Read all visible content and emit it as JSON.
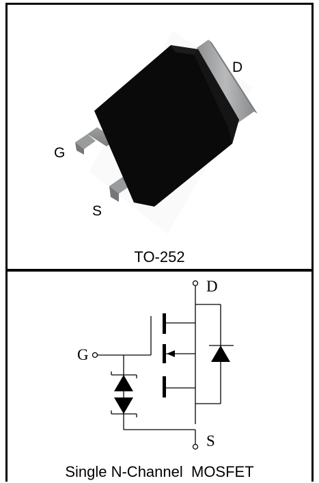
{
  "package": {
    "name": "TO-252",
    "pins": {
      "drain": "D",
      "gate": "G",
      "source": "S"
    }
  },
  "schematic": {
    "pins": {
      "drain": "D",
      "gate": "G",
      "source": "S"
    },
    "caption": "Single N-Channel  MOSFET"
  },
  "colors": {
    "body": "#0a0a0a",
    "tab": "#a9aaab",
    "line": "#000000"
  }
}
